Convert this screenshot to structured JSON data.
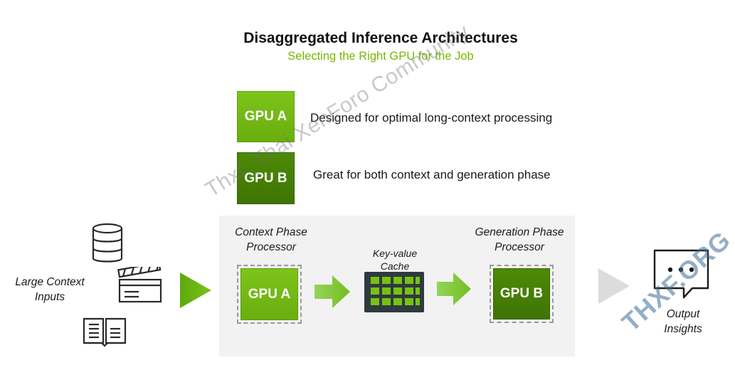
{
  "header": {
    "title": "Disaggregated Inference Architectures",
    "subtitle": "Selecting the Right GPU for the Job"
  },
  "legend": [
    {
      "label": "GPU A",
      "description": "Designed for optimal long-context processing"
    },
    {
      "label": "GPU B",
      "description": "Great for both context and generation phase"
    }
  ],
  "inputs": {
    "label_line1": "Large Context",
    "label_line2": "Inputs",
    "icons": [
      "database-icon",
      "clapperboard-icon",
      "open-book-icon"
    ]
  },
  "pipeline": {
    "context": {
      "label_line1": "Context Phase",
      "label_line2": "Processor",
      "gpu": "GPU A"
    },
    "cache": {
      "label_line1": "Key-value",
      "label_line2": "Cache"
    },
    "generation": {
      "label_line1": "Generation Phase",
      "label_line2": "Processor",
      "gpu": "GPU B"
    }
  },
  "output": {
    "label_line1": "Output",
    "label_line2": "Insights",
    "icon": "chat-bubble-icon"
  },
  "watermark": {
    "text": "Thxf_Thai XenForo Community",
    "corner": "THXF.ORG"
  },
  "colors": {
    "accent_green": "#76b900",
    "gpu_a": "#6aad0f",
    "gpu_b": "#3f7404",
    "panel_bg": "#f2f2f2",
    "arrow_gray": "#dcdcdc",
    "cache_dark": "#2f3a3f"
  }
}
